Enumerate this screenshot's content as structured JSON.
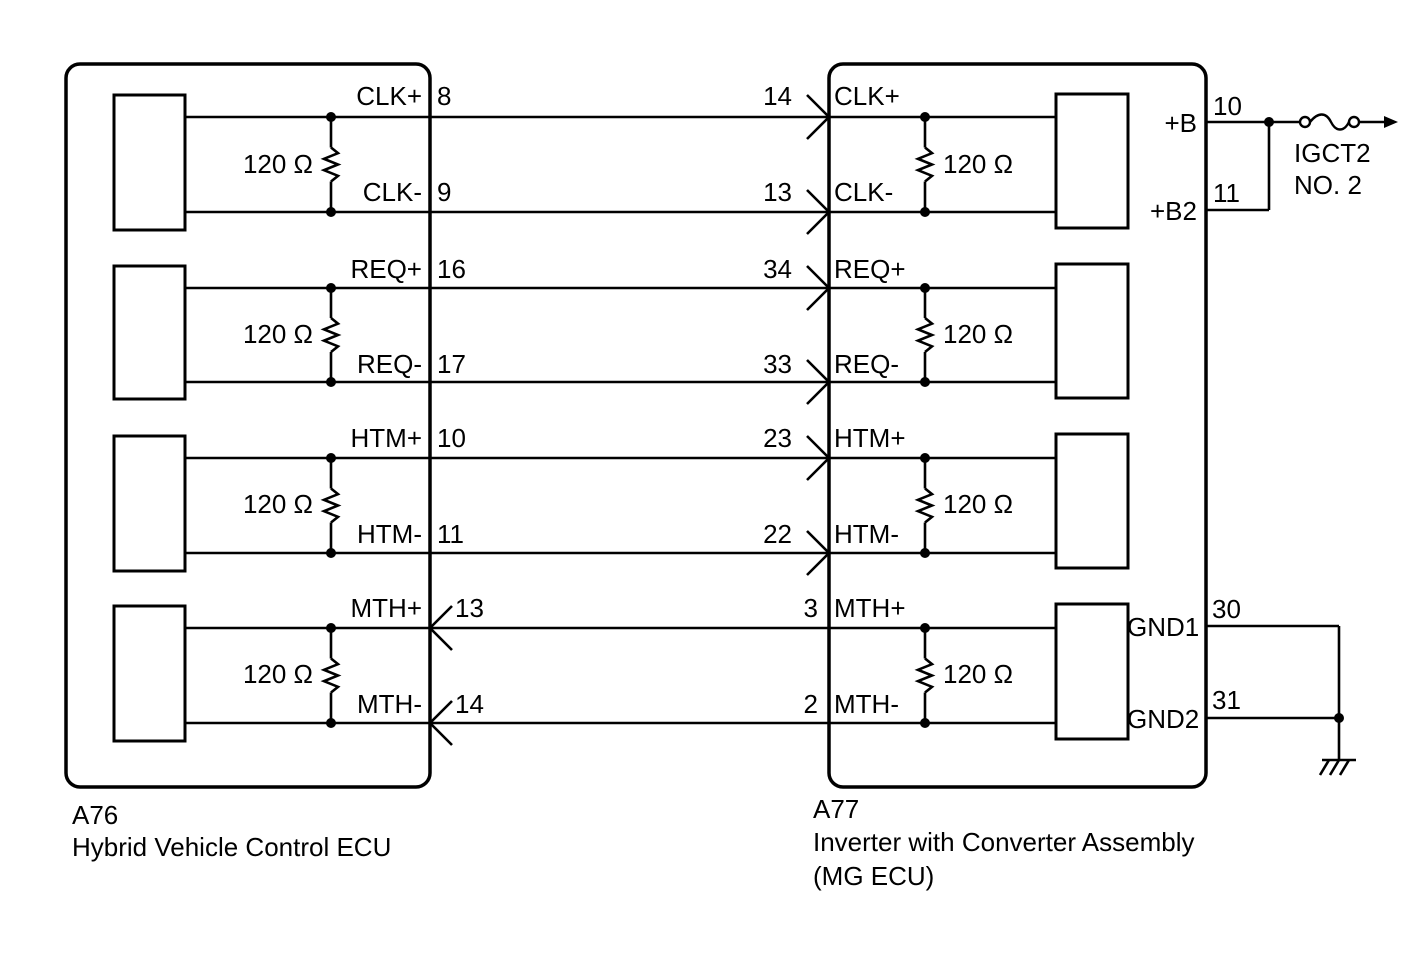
{
  "left_ecu": {
    "code": "A76",
    "name": "Hybrid Vehicle Control ECU"
  },
  "right_ecu": {
    "code": "A77",
    "name_line1": "Inverter with Converter Assembly",
    "name_line2": "(MG ECU)"
  },
  "resistor_value": "120 Ω",
  "signals": [
    {
      "left_label": "CLK+",
      "left_pin": "8",
      "right_pin": "14",
      "right_label": "CLK+",
      "direction": "to-right"
    },
    {
      "left_label": "CLK-",
      "left_pin": "9",
      "right_pin": "13",
      "right_label": "CLK-",
      "direction": "to-right"
    },
    {
      "left_label": "REQ+",
      "left_pin": "16",
      "right_pin": "34",
      "right_label": "REQ+",
      "direction": "to-right"
    },
    {
      "left_label": "REQ-",
      "left_pin": "17",
      "right_pin": "33",
      "right_label": "REQ-",
      "direction": "to-right"
    },
    {
      "left_label": "HTM+",
      "left_pin": "10",
      "right_pin": "23",
      "right_label": "HTM+",
      "direction": "to-right"
    },
    {
      "left_label": "HTM-",
      "left_pin": "11",
      "right_pin": "22",
      "right_label": "HTM-",
      "direction": "to-right"
    },
    {
      "left_label": "MTH+",
      "left_pin": "13",
      "right_pin": "3",
      "right_label": "MTH+",
      "direction": "to-left"
    },
    {
      "left_label": "MTH-",
      "left_pin": "14",
      "right_pin": "2",
      "right_label": "MTH-",
      "direction": "to-left"
    }
  ],
  "power": {
    "b_label": "+B",
    "b_pin": "10",
    "b2_label": "+B2",
    "b2_pin": "11",
    "fuse_line1": "IGCT2",
    "fuse_line2": "NO. 2"
  },
  "ground": {
    "gnd1_label": "GND1",
    "gnd1_pin": "30",
    "gnd2_label": "GND2",
    "gnd2_pin": "31"
  }
}
